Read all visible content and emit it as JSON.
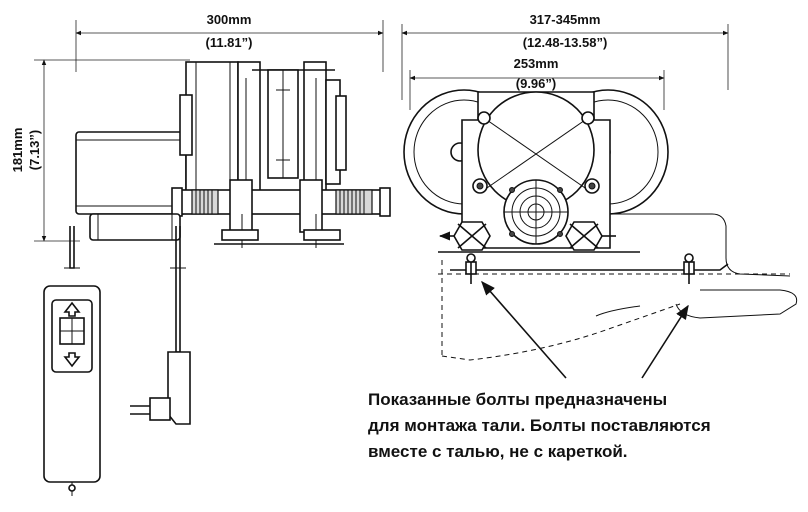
{
  "dimensions": {
    "width_left": {
      "mm": "300mm",
      "inch": "(11.81”)"
    },
    "height_left": {
      "mm": "181mm",
      "inch": "(7.13”)"
    },
    "width_right_outer": {
      "mm": "317-345mm",
      "inch": "(12.48-13.58”)"
    },
    "width_right_inner": {
      "mm": "253mm",
      "inch": "(9.96”)"
    }
  },
  "note": {
    "lines": [
      "Показанные  болты предназначены",
      "для монтажа тали. Болты поставляются",
      "вместе с талью, не с кареткой."
    ]
  },
  "icons": {
    "up_arrow": "arrow-up-icon",
    "down_arrow": "arrow-down-icon"
  }
}
